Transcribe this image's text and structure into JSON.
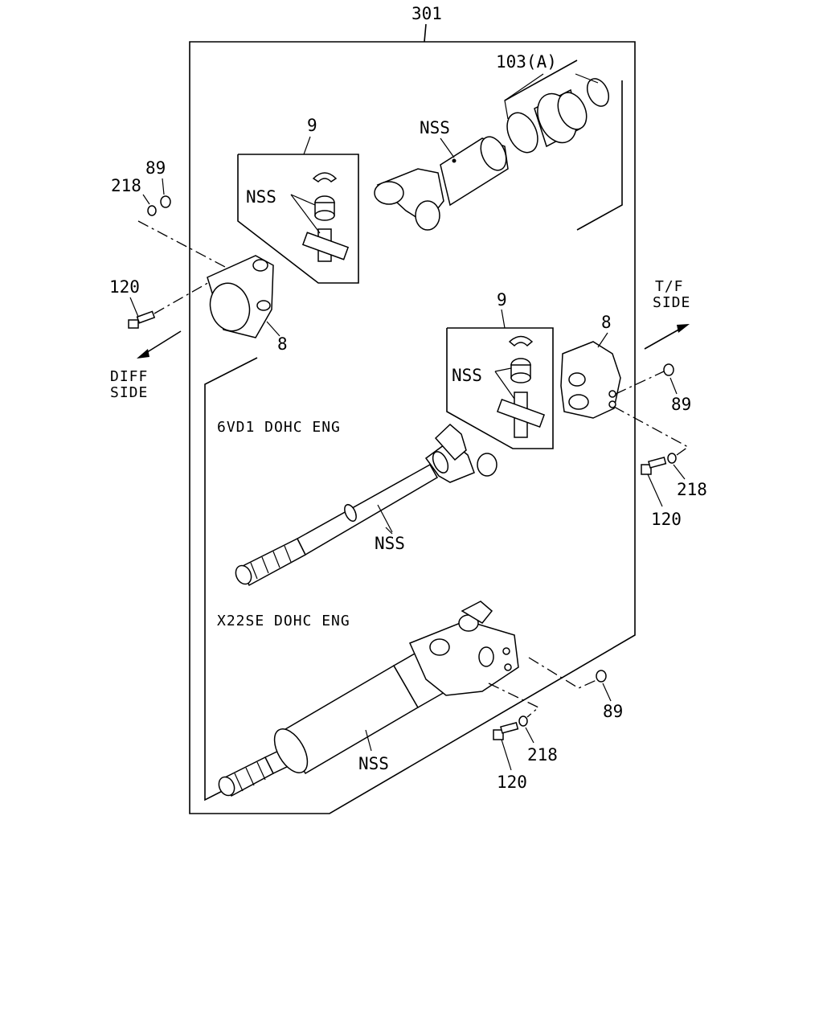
{
  "assembly_number": "301",
  "callouts": {
    "seal_ring": "103(A)",
    "ujoint_kit_top": "9",
    "ujoint_kit_right": "9",
    "nss_slip_yoke": "NSS",
    "nss_ujoint_top": "NSS",
    "nss_ujoint_right": "NSS",
    "nss_shaft_6vd1": "NSS",
    "nss_shaft_x22se": "NSS",
    "flange_left": "8",
    "flange_right": "8",
    "nut_left": "89",
    "nut_right": "89",
    "nut_bottom": "89",
    "washer_left": "218",
    "washer_right": "218",
    "washer_bottom": "218",
    "bolt_left": "120",
    "bolt_right": "120",
    "bolt_bottom": "120"
  },
  "directions": {
    "tf_line1": "T/F",
    "tf_line2": "SIDE",
    "diff_line1": "DIFF",
    "diff_line2": "SIDE"
  },
  "engine_variants": {
    "variant_1": "6VD1 DOHC ENG",
    "variant_2": "X22SE DOHC ENG"
  }
}
